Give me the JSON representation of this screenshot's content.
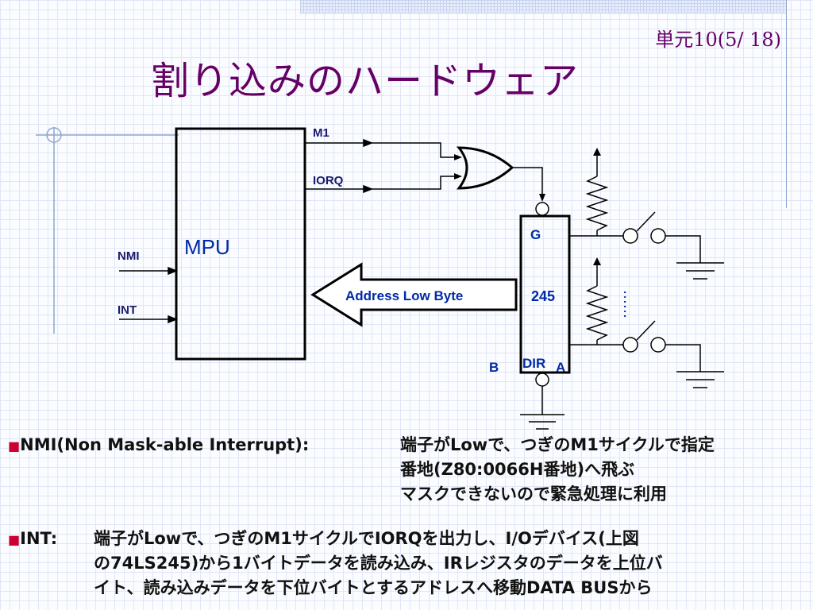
{
  "header": {
    "unit_label": "単元10(5/ 18)",
    "title": "割り込みのハードウェア"
  },
  "diagram": {
    "mpu_label": "MPU",
    "signal_m1": "M1",
    "signal_iorq": "IORQ",
    "signal_nmi": "NMI",
    "signal_int": "INT",
    "bus_label": "Address Low Byte",
    "chip_label": "245",
    "pin_g": "G",
    "pin_dir": "DIR",
    "pin_a": "A",
    "pin_b": "B",
    "dots": "……"
  },
  "notes": {
    "nmi_term": "NMI(Non Mask-able Interrupt):",
    "nmi_line1": "端子がLowで、つぎのM1サイクルで指定",
    "nmi_line2": "番地(Z80:0066H番地)へ飛ぶ",
    "nmi_line3": "マスクできないので緊急処理に利用",
    "int_term": "INT:",
    "int_line1": "端子がLowで、つぎのM1サイクルでIORQを出力し、I/Oデバイス(上図",
    "int_line2": "の74LS245)から1バイトデータを読み込み、IRレジスタのデータを上位バ",
    "int_line3": "イト、読み込みデータを下位バイトとするアドレスへ移動DATA BUSから"
  },
  "colors": {
    "title": "#660066",
    "diagram_text": "#002aa8",
    "bullet": "#cc0033"
  }
}
